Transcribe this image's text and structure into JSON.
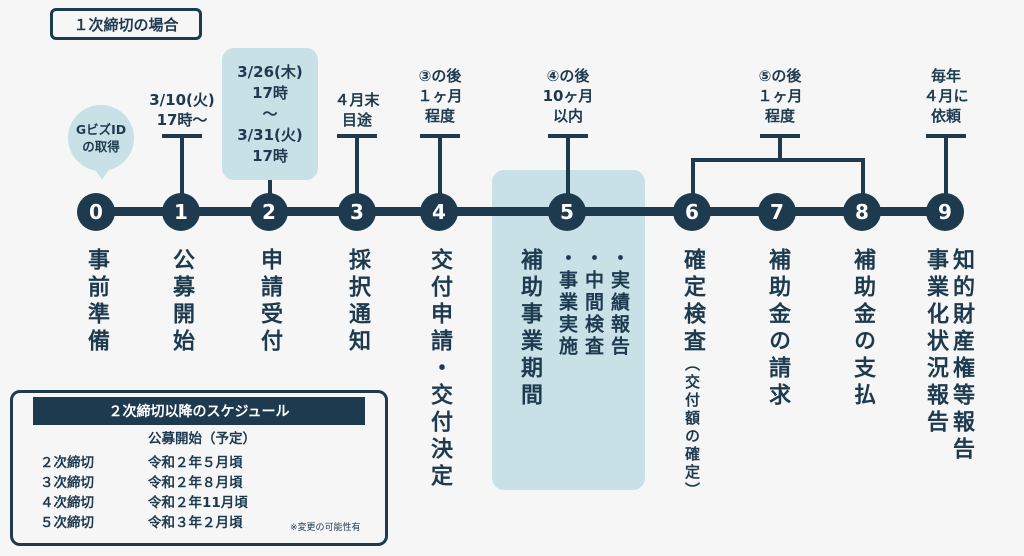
{
  "title": "１次締切の場合",
  "bubble": {
    "line1": "GビズID",
    "line2": "の取得"
  },
  "above": {
    "s1": [
      "3/10(火)",
      "17時～"
    ],
    "s2": [
      "3/26(木)",
      "17時",
      "～",
      "3/31(火)",
      "17時"
    ],
    "s3": [
      "４月末",
      "目途"
    ],
    "s4": [
      "③の後",
      "１ヶ月",
      "程度"
    ],
    "s5": [
      "④の後",
      "10ヶ月",
      "以内"
    ],
    "s78": [
      "⑤の後",
      "１ヶ月",
      "程度"
    ],
    "s9": [
      "毎年",
      "４月に",
      "依頼"
    ]
  },
  "nodes": [
    "0",
    "1",
    "2",
    "3",
    "4",
    "5",
    "6",
    "7",
    "8",
    "9"
  ],
  "steps": {
    "s0": "事前準備",
    "s1": "公募開始",
    "s2": "申請受付",
    "s3": "採択通知",
    "s4": "交付申請・交付決定",
    "s5_main": "補助事業期間",
    "s5_sub1": "・事業実施",
    "s5_sub2": "・中間検査",
    "s5_sub3": "・実績報告",
    "s6": "確定検査",
    "s6_note": "（交付額の確定）",
    "s7": "補助金の請求",
    "s8": "補助金の支払",
    "s9_a": "知的財産権等報告",
    "s9_b": "事業化状況報告"
  },
  "schedule": {
    "title": "２次締切以降のスケジュール",
    "col_header": "公募開始（予定）",
    "rows": [
      {
        "label": "２次締切",
        "date": "令和２年５月頃"
      },
      {
        "label": "３次締切",
        "date": "令和２年８月頃"
      },
      {
        "label": "４次締切",
        "date": "令和２年11月頃"
      },
      {
        "label": "５次締切",
        "date": "令和３年２月頃"
      }
    ],
    "note": "※変更の可能性有"
  },
  "colors": {
    "navy": "#1e3a4f",
    "light_blue": "#c7e1e7",
    "background": "#f6f6f6"
  }
}
